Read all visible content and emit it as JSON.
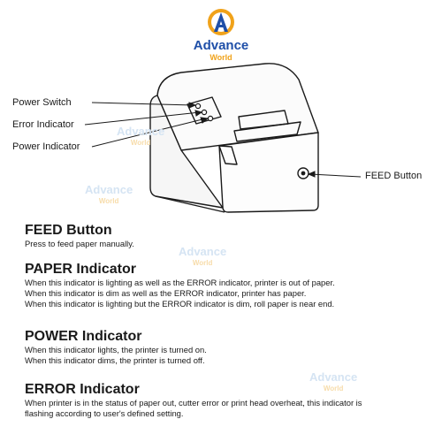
{
  "logo": {
    "name": "Advance",
    "sub": "World"
  },
  "watermark": {
    "name": "Advance",
    "sub": "World"
  },
  "callouts": {
    "power_switch": "Power Switch",
    "error_indicator": "Error Indicator",
    "power_indicator": "Power Indicator",
    "feed_button": "FEED Button"
  },
  "sections": {
    "feed": {
      "title": "FEED Button",
      "lines": [
        "Press to feed paper manually."
      ]
    },
    "paper": {
      "title": "PAPER Indicator",
      "lines": [
        "When this indicator is lighting as well as the ERROR indicator, printer is out of paper.",
        "When this indicator is dim as well as the ERROR indicator, printer has paper.",
        "When this indicator is lighting but the ERROR indicator is dim, roll paper is near end."
      ]
    },
    "power": {
      "title": "POWER Indicator",
      "lines": [
        "When this indicator lights, the printer is turned on.",
        "When this indicator dims, the printer is turned off."
      ]
    },
    "error": {
      "title": "ERROR Indicator",
      "lines": [
        "When printer is in the status of paper out, cutter error or print head overheat, this indicator is",
        "flashing according to user's defined setting."
      ]
    }
  }
}
